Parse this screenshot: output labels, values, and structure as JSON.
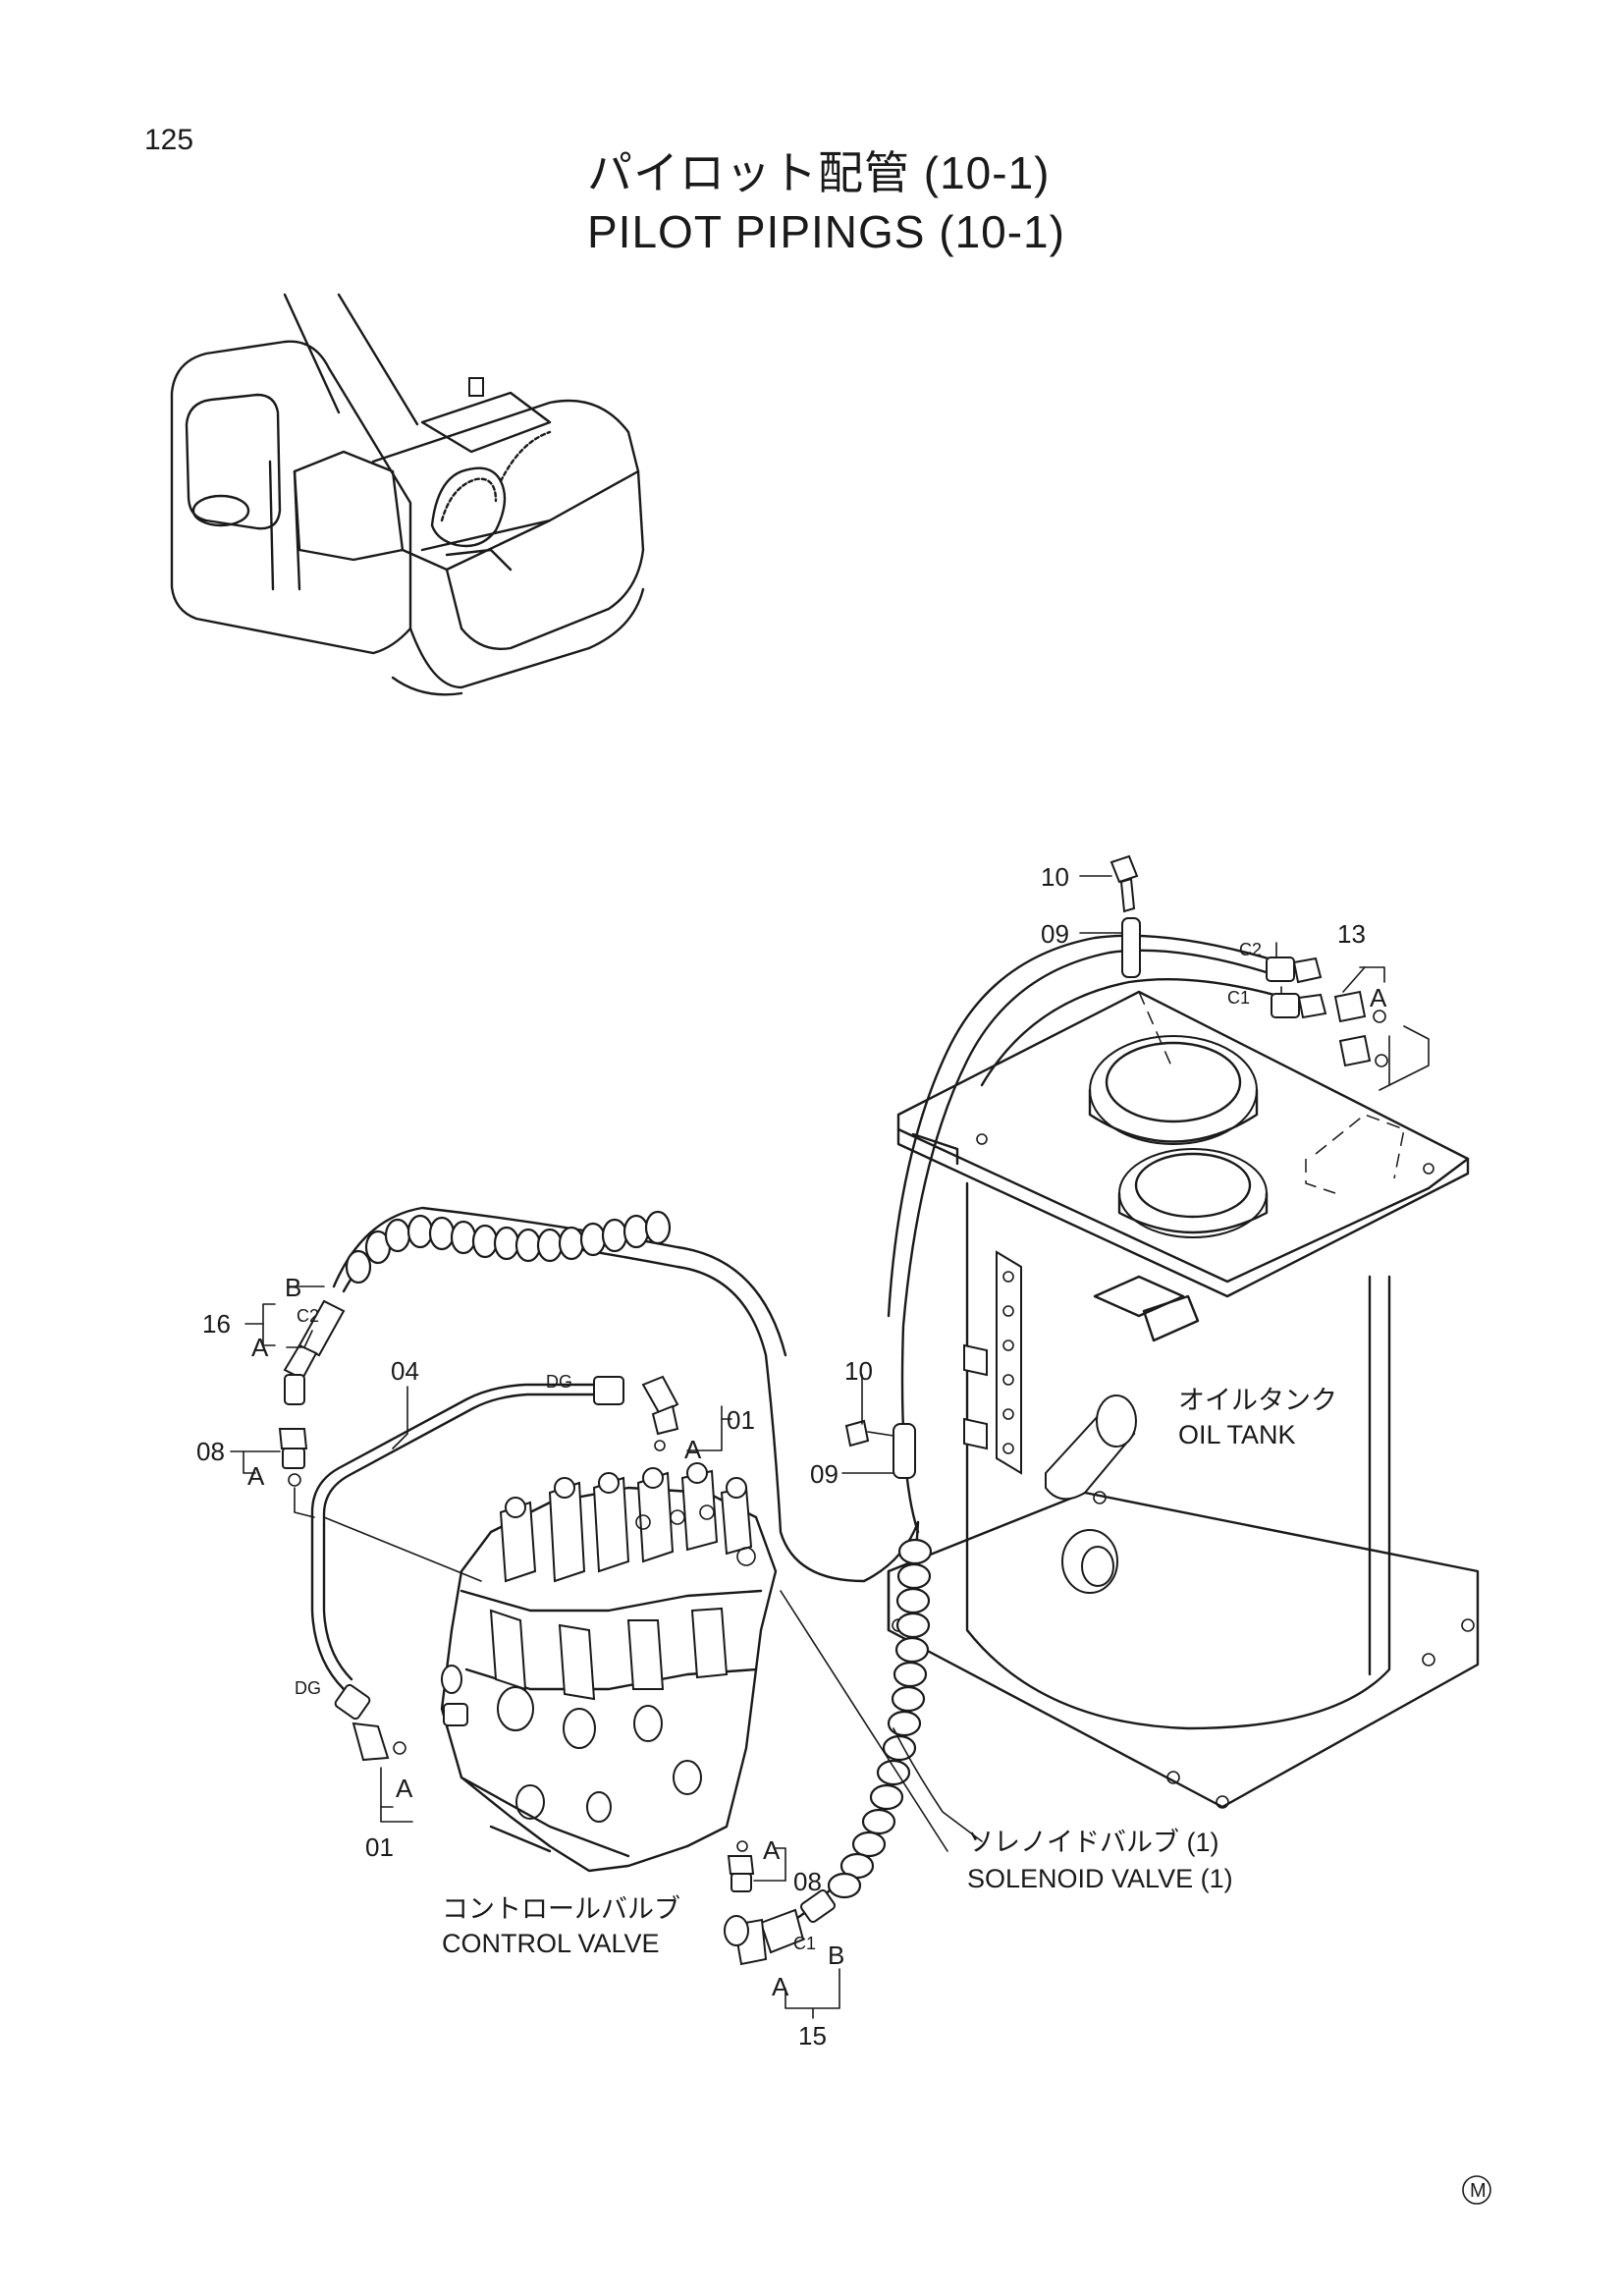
{
  "page": {
    "number": "125",
    "title_jp": "パイロット配管 (10-1)",
    "title_en": "PILOT PIPINGS (10-1)",
    "mark": "M"
  },
  "components": {
    "oil_tank_jp": "オイルタンク",
    "oil_tank_en": "OIL TANK",
    "control_valve_jp": "コントロールバルブ",
    "control_valve_en": "CONTROL VALVE",
    "solenoid_valve_jp": "ソレノイドバルブ (1)",
    "solenoid_valve_en": "SOLENOID VALVE (1)"
  },
  "part_numbers": {
    "p10_top": "10",
    "p09_top": "09",
    "p13": "13",
    "p16": "16",
    "p04": "04",
    "p01_top": "01",
    "p08_left": "08",
    "p10_mid": "10",
    "p09_mid": "09",
    "p01_bottom": "01",
    "p08_bottom": "08",
    "p15": "15"
  },
  "connection_marks": {
    "c2_tank": "C2",
    "c1_tank": "C1",
    "c2_hose": "C2",
    "c1_hose": "C1",
    "dg_top": "DG",
    "dg_left": "DG",
    "a": "A",
    "b": "B"
  }
}
